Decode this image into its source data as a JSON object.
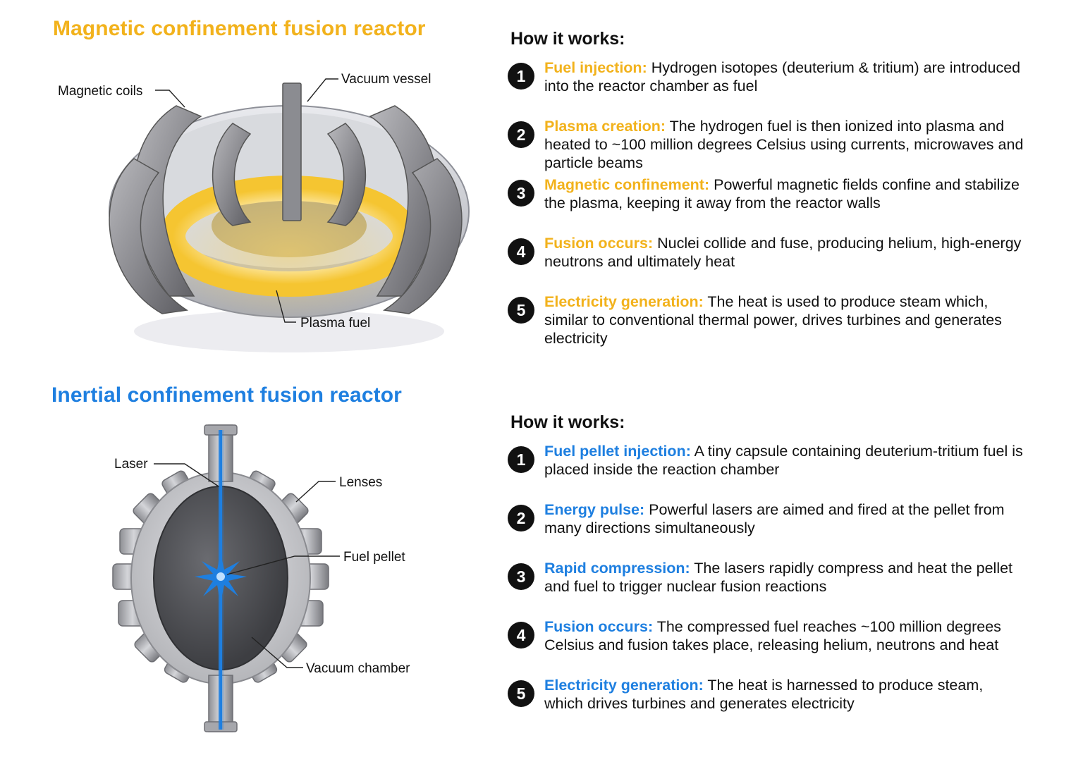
{
  "mcf": {
    "title": "Magnetic confinement fusion reactor",
    "how_title": "How it works:",
    "labels": {
      "magnetic_coils": "Magnetic coils",
      "vacuum_vessel": "Vacuum vessel",
      "plasma_fuel": "Plasma fuel"
    },
    "steps": [
      {
        "num": "1",
        "label": "Fuel injection:",
        "text": "Hydrogen isotopes (deuterium & tritium) are introduced into the reactor chamber as fuel"
      },
      {
        "num": "2",
        "label": "Plasma creation:",
        "text": "The hydrogen fuel is then ionized into plasma and heated to ~100 million degrees Celsius using currents, microwaves and particle beams"
      },
      {
        "num": "3",
        "label": "Magnetic confinement:",
        "text": "Powerful magnetic fields confine and stabilize the plasma, keeping it away from the reactor walls"
      },
      {
        "num": "4",
        "label": "Fusion occurs:",
        "text": "Nuclei collide and fuse, producing helium, high-energy neutrons and ultimately heat"
      },
      {
        "num": "5",
        "label": "Electricity generation:",
        "text": "The heat is used to produce steam which, similar to conventional thermal power, drives turbines and generates electricity"
      }
    ]
  },
  "icf": {
    "title": "Inertial confinement fusion reactor",
    "how_title": "How it works:",
    "labels": {
      "laser": "Laser",
      "lenses": "Lenses",
      "fuel_pellet": "Fuel pellet",
      "vacuum_chamber": "Vacuum chamber"
    },
    "steps": [
      {
        "num": "1",
        "label": "Fuel pellet injection:",
        "text": "A tiny capsule containing deuterium-tritium fuel is placed inside the reaction chamber"
      },
      {
        "num": "2",
        "label": "Energy pulse:",
        "text": "Powerful lasers are aimed and fired at the pellet from many directions simultaneously"
      },
      {
        "num": "3",
        "label": "Rapid compression:",
        "text": "The lasers rapidly compress and heat the pellet and fuel to trigger nuclear fusion reactions"
      },
      {
        "num": "4",
        "label": "Fusion occurs:",
        "text": "The compressed fuel reaches ~100 million degrees Celsius and fusion takes place, releasing helium, neutrons and heat"
      },
      {
        "num": "5",
        "label": "Electricity generation:",
        "text": "The heat is harnessed to produce steam, which drives turbines and generates electricity"
      }
    ]
  },
  "colors": {
    "mcf_accent": "#f2b21c",
    "icf_accent": "#1e7fe0",
    "step_badge": "#111111"
  }
}
